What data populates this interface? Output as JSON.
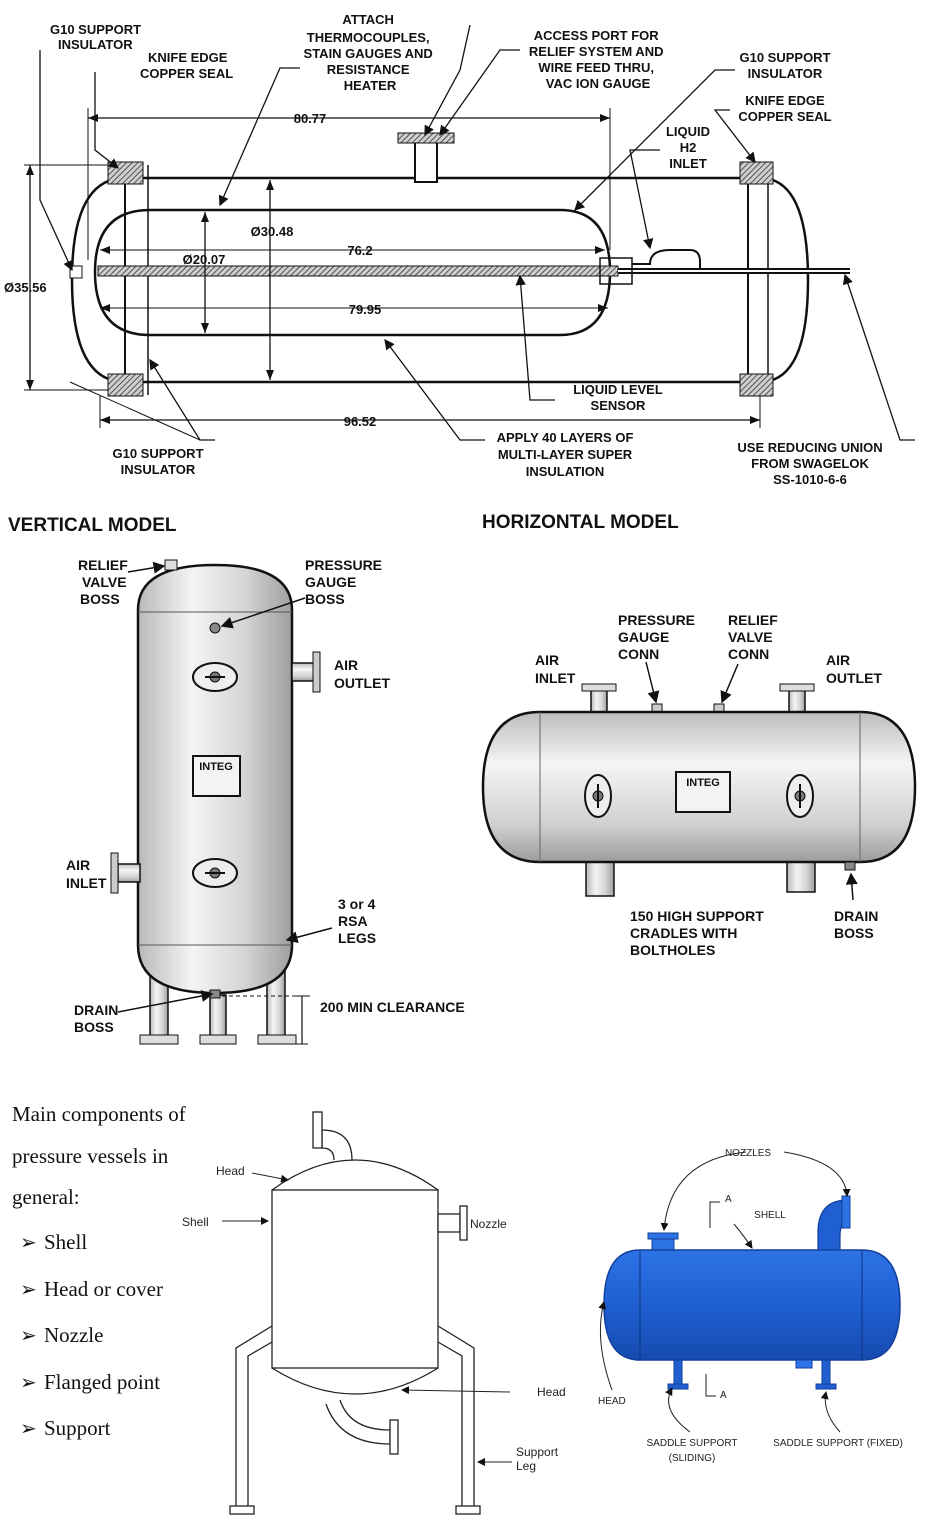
{
  "colors": {
    "ink": "#111111",
    "steel": "#d9d9d9",
    "blue": "#1f5fd1",
    "dark_blue": "#123f9a"
  },
  "top": {
    "g10_tl": [
      "G10 SUPPORT",
      "INSULATOR"
    ],
    "knife_tl": [
      "KNIFE EDGE",
      "COPPER SEAL"
    ],
    "attach": [
      "ATTACH",
      "THERMOCOUPLES,",
      "STAIN GAUGES AND",
      "RESISTANCE",
      "HEATER"
    ],
    "access": [
      "ACCESS PORT FOR",
      "RELIEF SYSTEM AND",
      "WIRE FEED THRU,",
      "VAC ION GAUGE"
    ],
    "g10_tr": [
      "G10 SUPPORT",
      "INSULATOR"
    ],
    "knife_tr": [
      "KNIFE EDGE",
      "COPPER SEAL"
    ],
    "liquid_h2": [
      "LIQUID",
      "H2",
      "INLET"
    ],
    "dim_80": "80.77",
    "dim_3048": "Ø30.48",
    "dim_762": "76.2",
    "dim_2007": "Ø20.07",
    "dim_3556": "Ø35.56",
    "dim_7995": "79.95",
    "dim_9652": "96.52",
    "level": [
      "LIQUID LEVEL",
      "SENSOR"
    ],
    "g10_bl": [
      "G10 SUPPORT",
      "INSULATOR"
    ],
    "mli": [
      "APPLY 40 LAYERS OF",
      "MULTI-LAYER SUPER",
      "INSULATION"
    ],
    "union": [
      "USE REDUCING UNION",
      "FROM SWAGELOK",
      "SS-1010-6-6"
    ]
  },
  "mid": {
    "vertical_title": "VERTICAL MODEL",
    "horizontal_title": "HORIZONTAL MODEL",
    "v_relief": [
      "RELIEF",
      "VALVE",
      "BOSS"
    ],
    "v_pressure": [
      "PRESSURE",
      "GAUGE",
      "BOSS"
    ],
    "v_air_outlet": [
      "AIR",
      "OUTLET"
    ],
    "v_air_inlet": [
      "AIR",
      "INLET"
    ],
    "v_legs": [
      "3 or 4",
      "RSA",
      "LEGS"
    ],
    "v_drain": [
      "DRAIN",
      "BOSS"
    ],
    "v_clearance": "200 MIN CLEARANCE",
    "h_pressure": [
      "PRESSURE",
      "GAUGE",
      "CONN"
    ],
    "h_relief": [
      "RELIEF",
      "VALVE",
      "CONN"
    ],
    "h_air_inlet": [
      "AIR",
      "INLET"
    ],
    "h_air_outlet": [
      "AIR",
      "OUTLET"
    ],
    "h_support": [
      "150 HIGH SUPPORT",
      "CRADLES WITH",
      "BOLTHOLES"
    ],
    "h_drain": [
      "DRAIN",
      "BOSS"
    ],
    "plate": "INTEG"
  },
  "bottom": {
    "components_title": [
      "Main components of",
      "pressure vessels in",
      "general:"
    ],
    "components": [
      "Shell",
      "Head or cover",
      "Nozzle",
      "Flanged point",
      "Support"
    ],
    "c_head_top": "Head",
    "c_shell": "Shell",
    "c_nozzle": "Nozzle",
    "c_head_bottom": "Head",
    "c_support": [
      "Support",
      "Leg"
    ],
    "b_nozzles": "NOZZLES",
    "b_shell": "SHELL",
    "b_a1": "A",
    "b_a2": "A",
    "b_head": "HEAD",
    "b_saddle_sliding": [
      "SADDLE SUPPORT",
      "(SLIDING)"
    ],
    "b_saddle_fixed": "SADDLE SUPPORT (FIXED)"
  }
}
